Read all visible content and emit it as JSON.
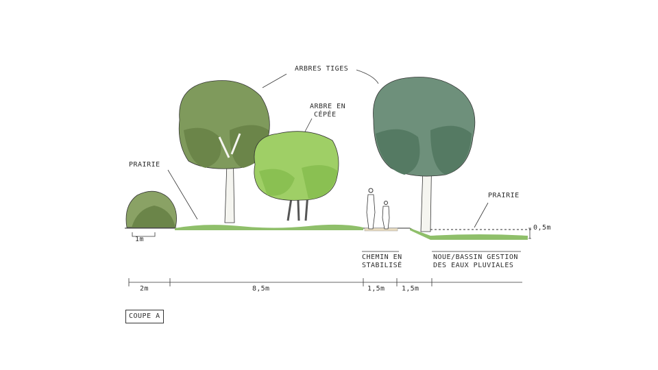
{
  "labels": {
    "trees_title": "ARBRES TIGES",
    "cepee_line1": "ARBRE EN",
    "cepee_line2": "CÉPÉE",
    "prairie_left": "PRAIRIE",
    "prairie_right": "PRAIRIE",
    "chemin_line1": "CHEMIN EN",
    "chemin_line2": "STABILISÉ",
    "noue_line1": "NOUE/BASSIN GESTION",
    "noue_line2": "DES EAUX PLUVIALES",
    "depth": "0,5m",
    "shrub_height": "1m",
    "section_title": "COUPE A"
  },
  "dimensions": [
    "2m",
    "8,5m",
    "1,5m",
    "1,5m"
  ],
  "colors": {
    "ground": "#8fbf6a",
    "tree_left": "#7f9a5c",
    "tree_left_dark": "#6b8549",
    "tree_mid": "#9fcf66",
    "tree_mid_dark": "#8ac052",
    "tree_right": "#6e907b",
    "tree_right_dark": "#557a63",
    "shrub": "#8aa265",
    "path": "#e9dcc0"
  }
}
